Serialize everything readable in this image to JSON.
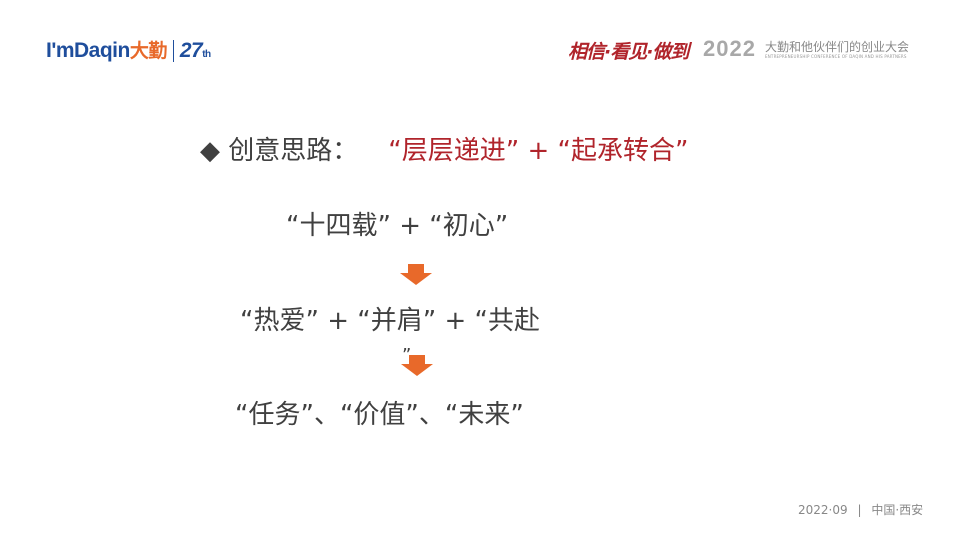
{
  "header": {
    "logo_text": "I'mDaqin",
    "logo_cn": "大勤",
    "logo_anniv": "27",
    "logo_anniv_suffix": "th",
    "slogan": "相信·看见·做到",
    "year": "2022",
    "conference": "大勤和他伙伴们的创业大会",
    "conference_en": "ENTREPRENEURSHIP CONFERENCE OF DAQIN AND HIS PARTNERS"
  },
  "main": {
    "bullet_icon": "diamond",
    "heading_label": "创意思路：",
    "heading_highlight": "“层层递进” + “起承转合”",
    "line1": "“十四载” + “初心”",
    "line2": "“热爱” + “并肩” + “共赴",
    "stray_quote": "”",
    "line3": "“任务”、“价值”、“未来”",
    "arrow_icon": "arrow-down",
    "arrow_color": "#e8692a",
    "accent_color": "#b0242b"
  },
  "footer": {
    "date": "2022·09",
    "location": "中国·西安"
  }
}
